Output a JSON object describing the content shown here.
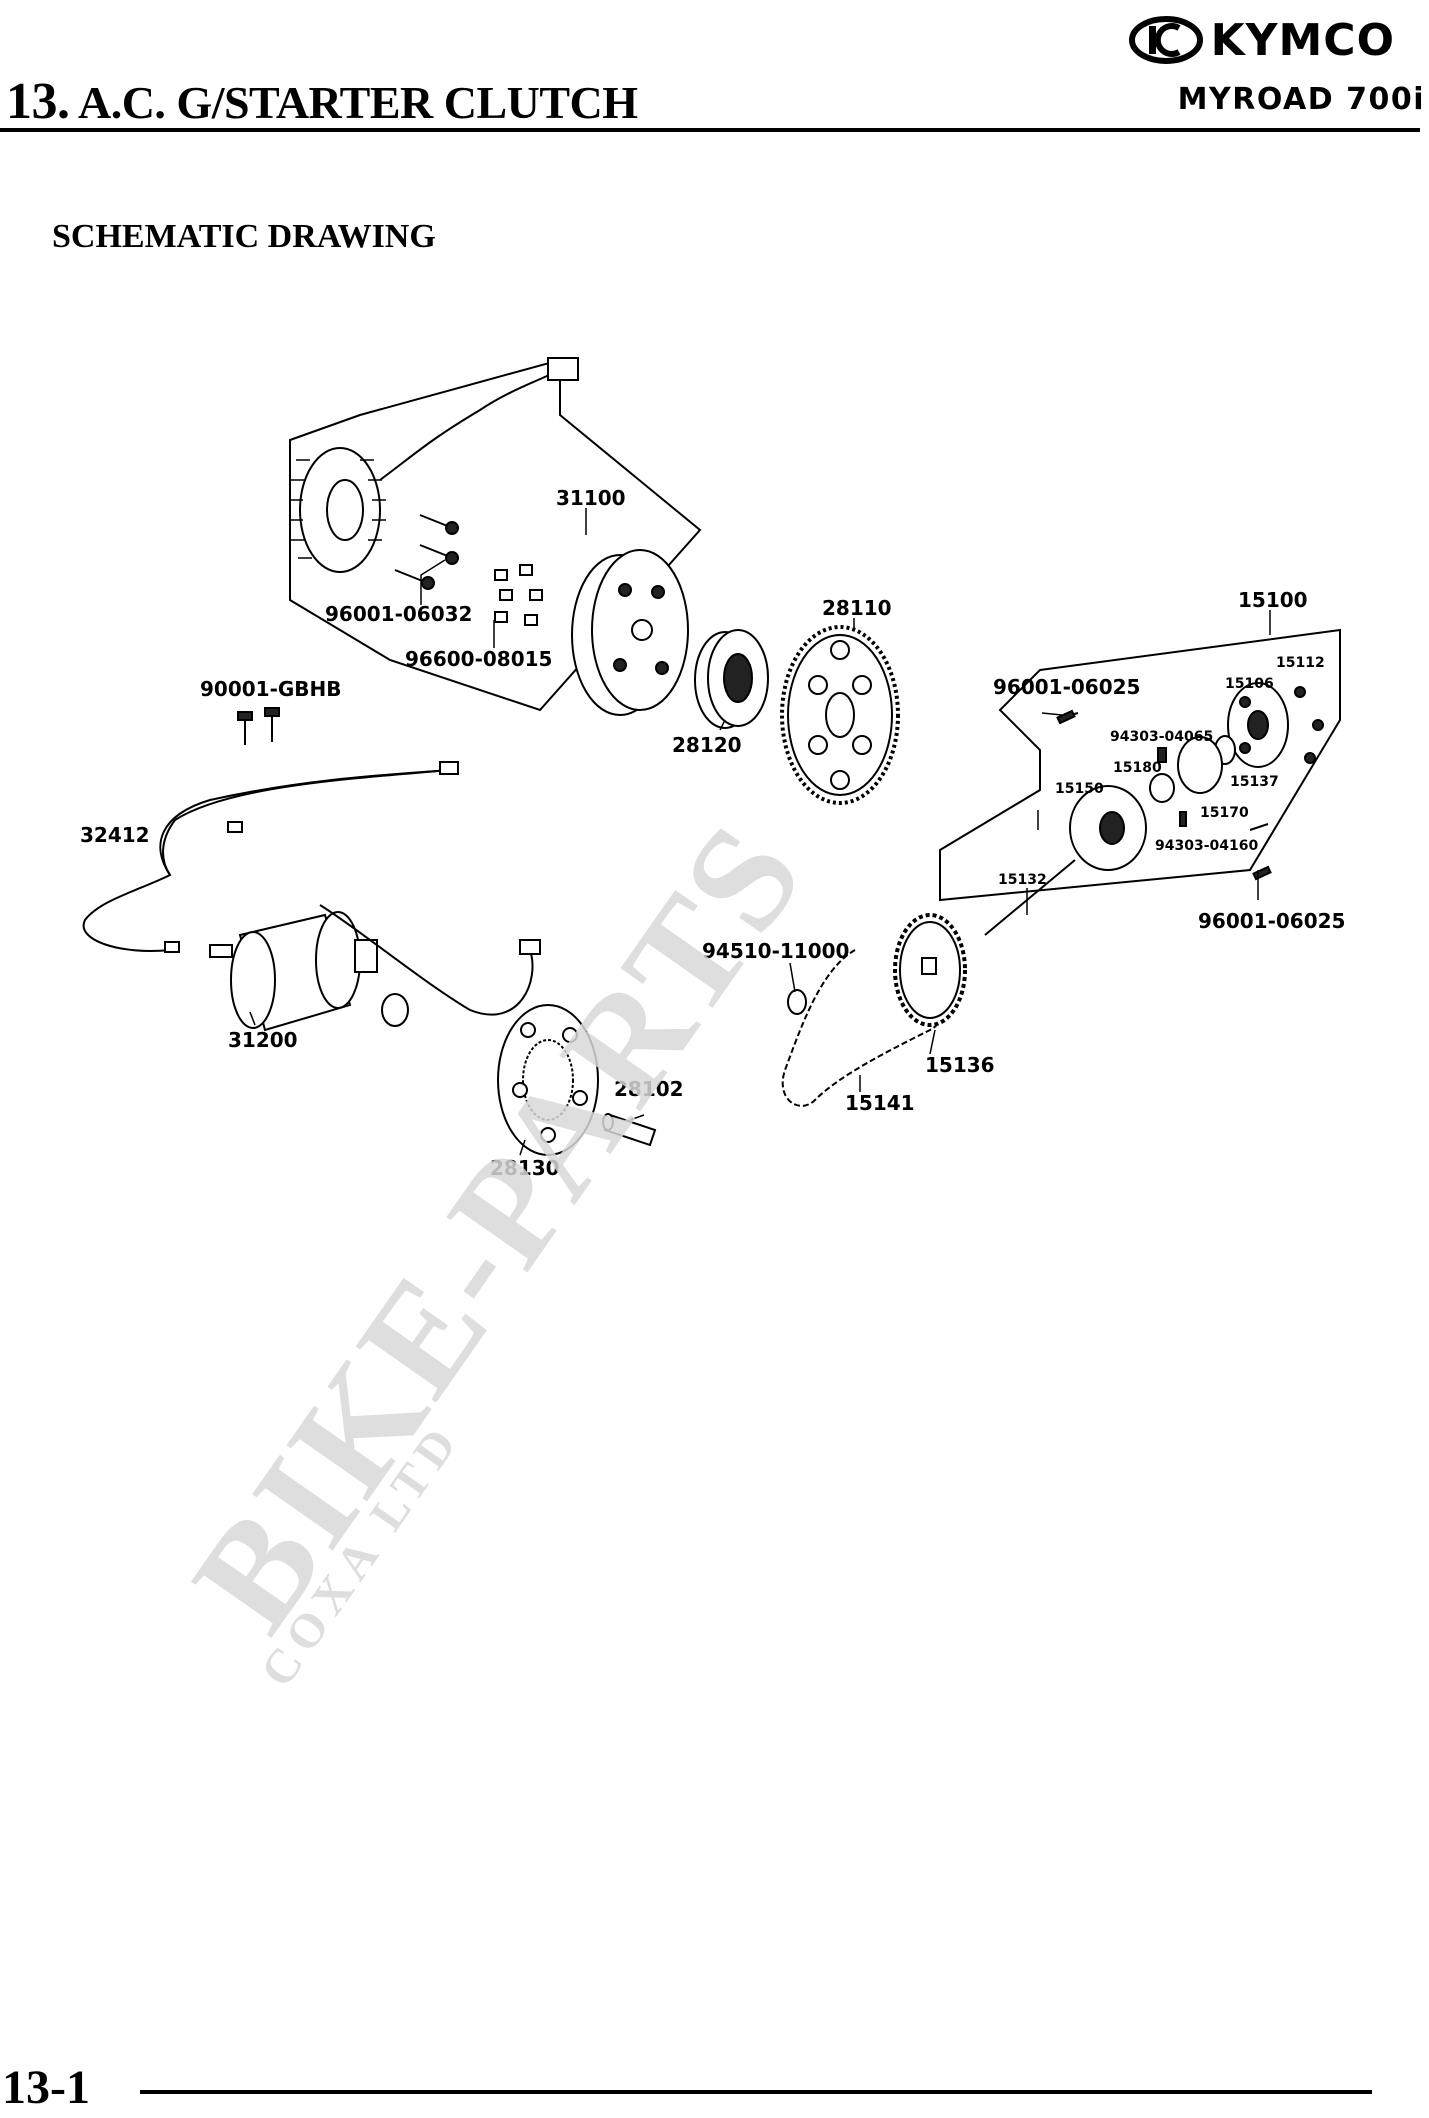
{
  "header": {
    "chapter_number": "13.",
    "chapter_title": "A.C. G/STARTER CLUTCH",
    "brand": "KYMCO",
    "model": "MYROAD 700i"
  },
  "section": {
    "title": "SCHEMATIC DRAWING"
  },
  "diagram": {
    "labels": {
      "p31100": "31100",
      "p96001_06032": "96001-06032",
      "p96600_08015": "96600-08015",
      "p28110": "28110",
      "p28120": "28120",
      "p15100": "15100",
      "p15112": "15112",
      "p15106": "15106",
      "p96001_06025_a": "96001-06025",
      "p94303_04065": "94303-04065",
      "p15180": "15180",
      "p15137": "15137",
      "p15150": "15150",
      "p15170": "15170",
      "p94303_04160": "94303-04160",
      "p15132": "15132",
      "p96001_06025_b": "96001-06025",
      "p90001_GBHB": "90001-GBHB",
      "p32412": "32412",
      "p94510_11000": "94510-11000",
      "p31200": "31200",
      "p28102": "28102",
      "p15136": "15136",
      "p15141": "15141",
      "p28130": "28130"
    }
  },
  "watermark": {
    "main": "BIKE-PARTS",
    "sub": "COXA LTD"
  },
  "footer": {
    "page_number": "13-1"
  },
  "colors": {
    "text": "#000000",
    "watermark": "#d8d8d8",
    "background": "#ffffff"
  }
}
